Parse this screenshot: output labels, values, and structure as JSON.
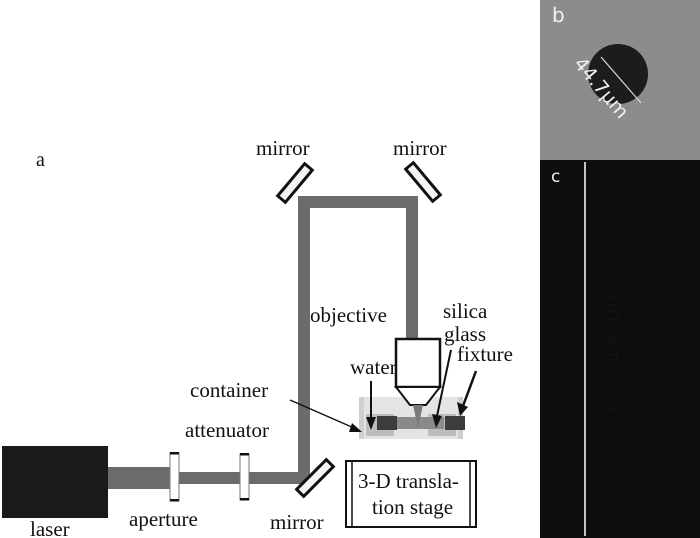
{
  "panels": {
    "a": {
      "letter": "a"
    },
    "b": {
      "letter": "b",
      "measurement": "44.7μm"
    },
    "c": {
      "letter": "c",
      "measurement_var": "L",
      "measurement_sub": "1",
      "measurement_value": "=1145μm"
    }
  },
  "components": {
    "laser": "laser",
    "aperture": "aperture",
    "attenuator": "attenuator",
    "mirror_bottom": "mirror",
    "mirror_top_left": "mirror",
    "mirror_top_right": "mirror",
    "objective": "objective",
    "silica_glass_line1": "silica",
    "silica_glass_line2": "glass",
    "water": "water",
    "fixture": "fixture",
    "container": "container",
    "stage_line1": "3-D transla-",
    "stage_line2": "tion stage"
  },
  "colors": {
    "beam": "#6b6b6b",
    "laser_body": "#1a1a1a",
    "panel_b_bg": "#8c8c8c",
    "panel_c_bg": "#0d0d0d",
    "container_fill": "#e4e4e4",
    "fixture_fill": "#3c3c3c",
    "sample_fill": "#8a8a8a"
  }
}
